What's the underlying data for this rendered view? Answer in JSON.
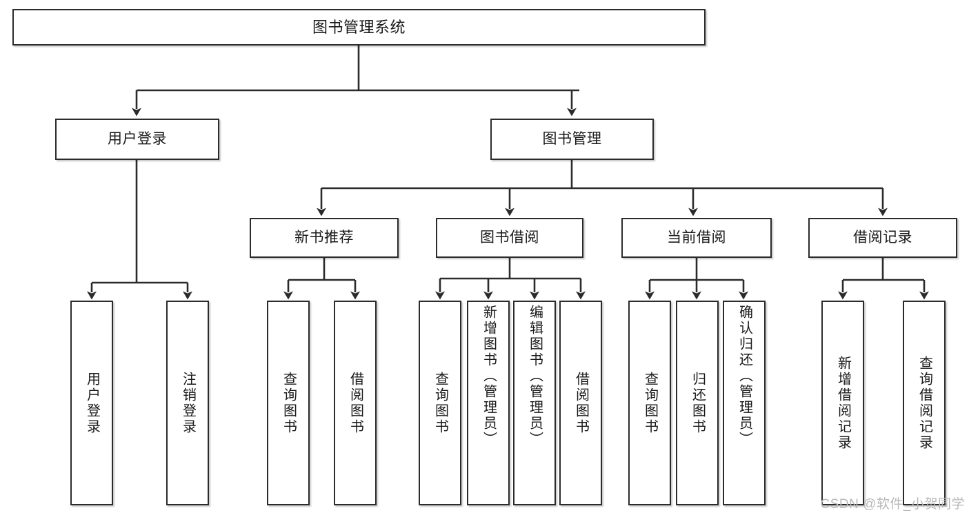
{
  "diagram": {
    "title": "图书管理系统",
    "type": "tree-hierarchy",
    "watermark": "CSDN @软件_小贺同学",
    "colors": {
      "box_border": "#2b2b2b",
      "box_fill": "#ffffff",
      "edge": "#1f1f1f",
      "text": "#1a1a1a",
      "watermark": "#b9b9b9"
    },
    "levels": {
      "root": {
        "label": "图书管理系统"
      },
      "level2": [
        {
          "id": "user-login",
          "label": "用户登录"
        },
        {
          "id": "book-manage",
          "label": "图书管理"
        }
      ],
      "level3": [
        {
          "id": "new-book-rec",
          "label": "新书推荐"
        },
        {
          "id": "book-borrow",
          "label": "图书借阅"
        },
        {
          "id": "current-borrow",
          "label": "当前借阅"
        },
        {
          "id": "borrow-record",
          "label": "借阅记录"
        }
      ],
      "leaves": {
        "user-login": [
          {
            "id": "leaf-user-login",
            "label": "用户登录"
          },
          {
            "id": "leaf-logout",
            "label": "注销登录"
          }
        ],
        "new-book-rec": [
          {
            "id": "leaf-query-book-1",
            "label": "查询图书"
          },
          {
            "id": "leaf-borrow-book-1",
            "label": "借阅图书"
          }
        ],
        "book-borrow": [
          {
            "id": "leaf-query-book-2",
            "label": "查询图书"
          },
          {
            "id": "leaf-add-book",
            "label": "新增图书（管理员）"
          },
          {
            "id": "leaf-edit-book",
            "label": "编辑图书（管理员）"
          },
          {
            "id": "leaf-borrow-book-2",
            "label": "借阅图书"
          }
        ],
        "current-borrow": [
          {
            "id": "leaf-query-book-3",
            "label": "查询图书"
          },
          {
            "id": "leaf-return-book",
            "label": "归还图书"
          },
          {
            "id": "leaf-confirm-return",
            "label": "确认归还（管理员）"
          }
        ],
        "borrow-record": [
          {
            "id": "leaf-add-record",
            "label": "新增借阅记录"
          },
          {
            "id": "leaf-query-record",
            "label": "查询借阅记录"
          }
        ]
      }
    }
  }
}
